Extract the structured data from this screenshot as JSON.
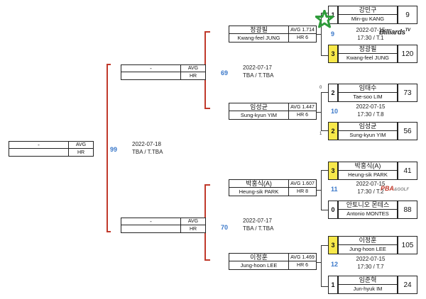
{
  "final": {
    "num": "99",
    "date": "2022-07-18",
    "venue": "TBA / T.TBA",
    "name": "-",
    "avg_label": "AVG",
    "hr_label": "HR"
  },
  "semis": [
    {
      "num": "69",
      "date": "2022-07-17",
      "venue": "TBA / T.TBA",
      "name": "-",
      "avg_label": "AVG",
      "hr_label": "HR"
    },
    {
      "num": "70",
      "date": "2022-07-17",
      "venue": "TBA / T.TBA",
      "name": "-",
      "avg_label": "AVG",
      "hr_label": "HR"
    }
  ],
  "quarters": [
    {
      "name_ko": "정광필",
      "name_en": "Kwang-feel JUNG",
      "avg": "AVG 1.714",
      "hr": "HR 6"
    },
    {
      "name_ko": "임성균",
      "name_en": "Sung-kyun YIM",
      "avg": "AVG 1.447",
      "hr": "HR 6"
    },
    {
      "name_ko": "박홍식(A)",
      "name_en": "Heung-sik PARK",
      "avg": "AVG 1.607",
      "hr": "HR 8"
    },
    {
      "name_ko": "이정훈",
      "name_en": "Jung-hoon LEE",
      "avg": "AVG 1.469",
      "hr": "HR 6"
    }
  ],
  "matches": [
    {
      "num": "9",
      "date": "2022-07-15",
      "time": "17:30 / T.1",
      "top": {
        "seed": "1",
        "name_ko": "강민구",
        "name_en": "Min-gu KANG",
        "score": "9",
        "win": false
      },
      "bottom": {
        "seed": "3",
        "name_ko": "정광필",
        "name_en": "Kwang-feel JUNG",
        "score": "120",
        "win": true
      }
    },
    {
      "num": "10",
      "date": "2022-07-15",
      "time": "17:30 / T.8",
      "top": {
        "seed": "2",
        "name_ko": "임태수",
        "name_en": "Tae-soo LIM",
        "score": "73",
        "win": false
      },
      "bottom": {
        "seed": "2",
        "name_ko": "임성균",
        "name_en": "Sung-kyun YIM",
        "score": "56",
        "win": true
      }
    },
    {
      "num": "11",
      "date": "2022-07-15",
      "time": "17:30 / T.2",
      "top": {
        "seed": "3",
        "name_ko": "박홍식(A)",
        "name_en": "Heung-sik PARK",
        "score": "41",
        "win": true
      },
      "bottom": {
        "seed": "0",
        "name_ko": "안토니오 몬테스",
        "name_en": "Antonio MONTES",
        "score": "88",
        "win": false
      }
    },
    {
      "num": "12",
      "date": "2022-07-15",
      "time": "17:30 / T.7",
      "top": {
        "seed": "3",
        "name_ko": "이정훈",
        "name_en": "Jung-hoon LEE",
        "score": "105",
        "win": true
      },
      "bottom": {
        "seed": "1",
        "name_ko": "임준혁",
        "name_en": "Jun-hyuk IM",
        "score": "24",
        "win": false
      }
    }
  ],
  "side_marks": [
    "0",
    "1"
  ],
  "logos": {
    "billiards": "Billiards",
    "billiards_sup": "TV",
    "pba": "PBA",
    "pba_suffix": "&GOLF"
  },
  "colors": {
    "accent_blue": "#3a78c9",
    "winner_yellow": "#f7e84a",
    "bracket_red": "#c0392b",
    "star_green": "#2e9b3a"
  }
}
